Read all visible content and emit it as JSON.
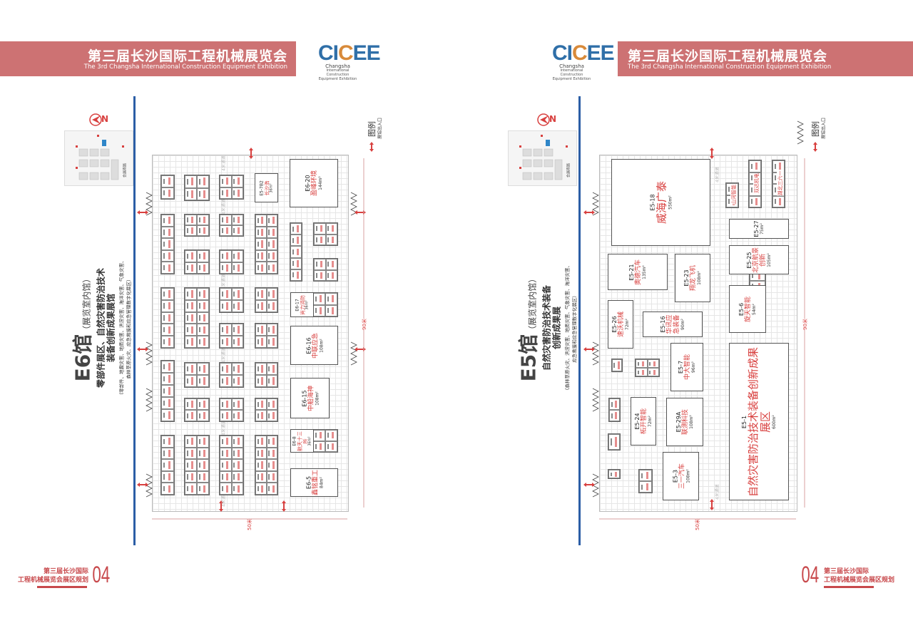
{
  "header": {
    "title": "第三届长沙国际工程机械展览会",
    "subtitle": "The 3rd Changsha International Construction Equipment Exhibition"
  },
  "logo": {
    "mark_a": "CI",
    "mark_b": "C",
    "mark_c": "EE",
    "line1": "Changsha",
    "line2": "International Construction",
    "line3": "Equipment Exhibition"
  },
  "colors": {
    "banner": "#cd7273",
    "accent_red": "#d8403f",
    "divider_blue": "#2c5ea6"
  },
  "pages": [
    {
      "compass": "N",
      "hall": "E6馆",
      "hall_type": "（展览室内馆）",
      "lines": [
        "零部件展区、自然灾害防治技术",
        "装备创新成果展馆"
      ],
      "notes": [
        "（零部件、地震灾害、地质灾害、洪涝灾害、海洋灾害、气象灾害、",
        "森林草原火灾、应急救援和应急管理数字化展区）"
      ],
      "legend_title": "图例",
      "legend_item": "展馆出入口",
      "width_label": "50米",
      "length_label": "90米",
      "minimap_label": "会展南路",
      "aisle_label": "4米通道",
      "booths": [
        {
          "id": "E6-20",
          "name": "盈峰环境",
          "area": "144m²"
        },
        {
          "id": "E6-17",
          "name": "尚力消防",
          "area": "36m²"
        },
        {
          "id": "E6-16",
          "name": "中联应急",
          "area": "108m²"
        },
        {
          "id": "E6-15",
          "name": "中船海神",
          "area": "108m²"
        },
        {
          "id": "E6-8",
          "name": "航天十三所",
          "area": "36m²"
        },
        {
          "id": "E6-5",
          "name": "鑫铭重工",
          "area": "84m²"
        },
        {
          "id": "E5-7B2",
          "name": "长沙浩",
          "area": "36m²"
        }
      ]
    },
    {
      "compass": "N",
      "hall": "E5馆",
      "hall_type": "（展览室内馆）",
      "lines": [
        "自然灾害防治技术装备",
        "创新成果展"
      ],
      "notes": [
        "（森林草原火灾、洪涝灾害、地质灾害、气象灾害、海洋灾害、",
        "应急救援和应急管理数字化展区）"
      ],
      "legend_title": "图例",
      "legend_item": "展馆出入口",
      "width_label": "50米",
      "length_label": "90米",
      "minimap_label": "会展南路",
      "aisle_label": "4米通道",
      "booths": [
        {
          "id": "E5-18",
          "name": "威海广泰",
          "area": "550m²"
        },
        {
          "id": "E5-21",
          "name": "奥德汽车",
          "area": "135m²"
        },
        {
          "id": "E5-23",
          "name": "翔龙飞机",
          "area": "108m²"
        },
        {
          "id": "E5-26",
          "name": "速沃机械",
          "area": "72m²"
        },
        {
          "id": "E5-16",
          "name": "华讯应急装备",
          "area": "90m²"
        },
        {
          "id": "E5-27",
          "name": "",
          "area": "75m²"
        },
        {
          "id": "E5-25",
          "name": "北京航景创新",
          "area": "105m²"
        },
        {
          "id": "E5-6",
          "name": "旋天智能",
          "area": "54m²"
        },
        {
          "id": "E5-7",
          "name": "中大智能",
          "area": "96m²"
        },
        {
          "id": "E5-24",
          "name": "柘开智能",
          "area": "72m²"
        },
        {
          "id": "E5-29A",
          "name": "联测科技",
          "area": "108m²"
        },
        {
          "id": "E5-3",
          "name": "三一汽车",
          "area": "108m²"
        },
        {
          "id": "E5-1",
          "name": "自然灾害防治技术装备创新成果展区",
          "area": "600m²"
        }
      ],
      "small_booths": [
        "山河智能",
        "双达机电",
        "湖北三六一"
      ]
    }
  ],
  "footer": {
    "line1": "第三届长沙国际",
    "line2": "工程机械展览会展区规划",
    "page_left": "04",
    "page_right": "04"
  }
}
